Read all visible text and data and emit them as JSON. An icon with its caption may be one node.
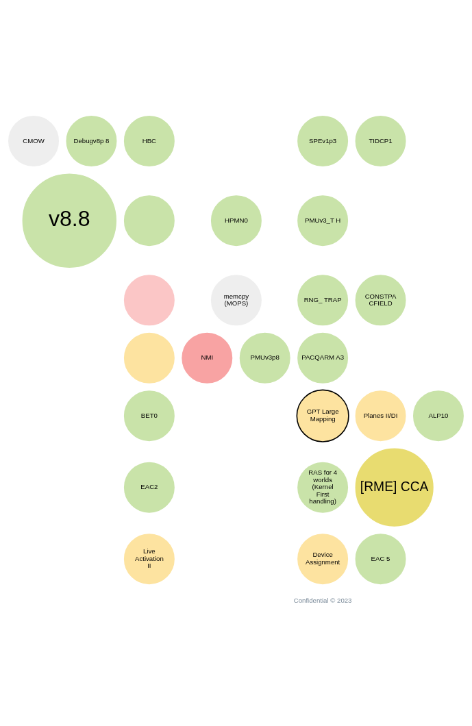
{
  "diagram": {
    "nodes": [
      {
        "text": [
          "v8.8"
        ]
      },
      {
        "text": [
          "CMOW"
        ]
      },
      {
        "text": [
          "Debugv8p 8"
        ]
      },
      {
        "text": [
          "HBC"
        ]
      },
      {
        "text": [
          "HPMN0"
        ]
      },
      {
        "text": [
          "memcpy (MOPS)"
        ]
      },
      {
        "text": [
          "NMI"
        ]
      },
      {
        "text": [
          "PMUv3p8"
        ]
      },
      {
        "text": [
          "PACQARM A3"
        ]
      },
      {
        "text": [
          "CONSTPA CFIELD"
        ]
      },
      {
        "text": [
          "RNG_ TRAP"
        ]
      },
      {
        "text": [
          "PMUv3_T H"
        ]
      },
      {
        "text": [
          "SPEv1p3"
        ]
      },
      {
        "text": [
          "TIDCP1"
        ]
      },
      {
        "text": [],
        "shape": "circle"
      },
      {
        "text": [],
        "shape": "circle"
      },
      {
        "text": [],
        "shape": "circle"
      },
      {
        "text": [
          "[RME] CCA"
        ]
      },
      {
        "text": [
          "Planes II/DI"
        ]
      },
      {
        "text": [
          "ALP10"
        ]
      },
      {
        "text": [
          "BET0"
        ]
      },
      {
        "text": [
          "GPT Large Mapping"
        ]
      },
      {
        "text": [
          "EAC2"
        ]
      },
      {
        "text": [
          "RAS for 4 worlds",
          "(Kernel First handling)"
        ]
      },
      {
        "text": [
          "Live Activation II"
        ]
      },
      {
        "text": [
          "Device Assignment"
        ]
      },
      {
        "text": [
          "EAC 5"
        ]
      }
    ],
    "edges": [],
    "labels": [
      "Confidential © 2023"
    ]
  }
}
